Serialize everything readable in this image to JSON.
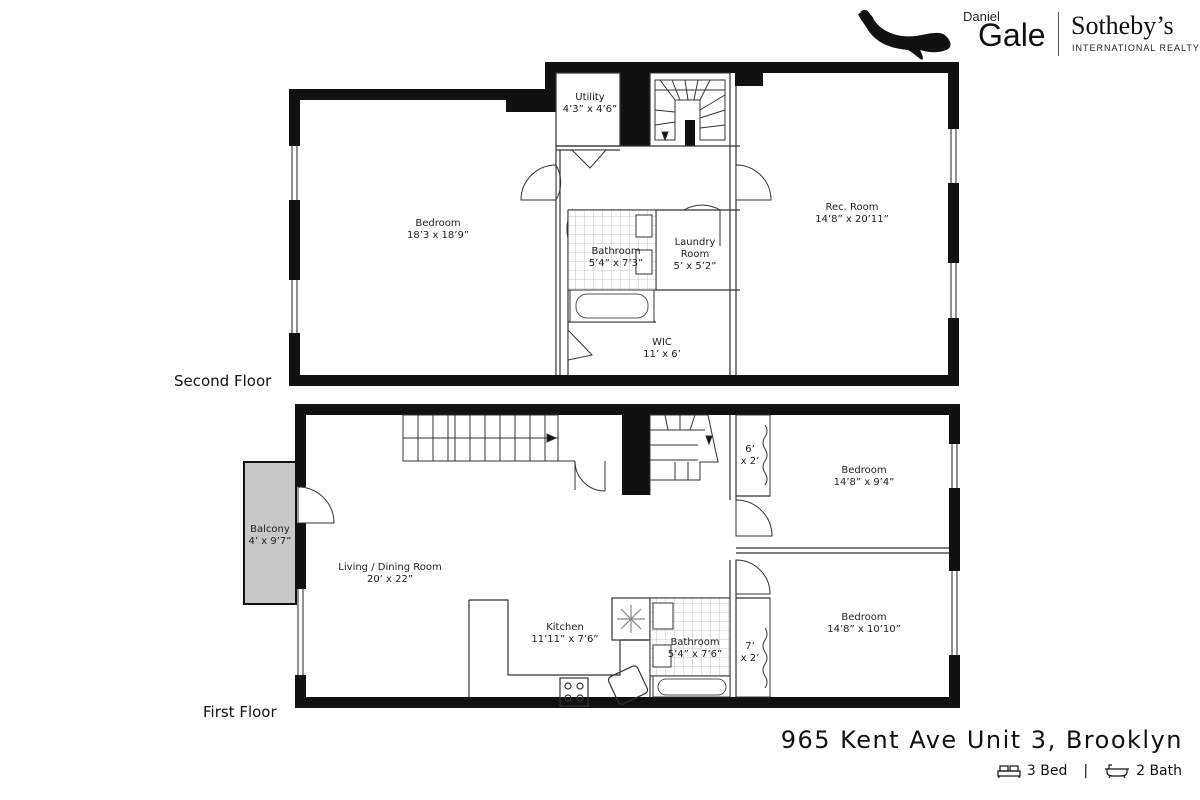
{
  "brand": {
    "daniel": "Daniel",
    "gale": "Gale",
    "sothebys": "Sotheby’s",
    "international": "INTERNATIONAL REALTY",
    "logo_icon": "whale-icon"
  },
  "second_floor": {
    "label": "Second Floor",
    "rooms": [
      {
        "name": "Utility",
        "dims": "4’3” x 4’6”"
      },
      {
        "name": "Bedroom",
        "dims": "18’3 x 18’9”"
      },
      {
        "name": "Rec. Room",
        "dims": "14’8” x 20’11”"
      },
      {
        "name": "Bathroom",
        "dims": "5’4” x 7’3”"
      },
      {
        "name_line1": "Laundry",
        "name_line2": "Room",
        "dims": "5’ x 5’2”"
      },
      {
        "name": "WIC",
        "dims": "11’ x 6’"
      }
    ]
  },
  "first_floor": {
    "label": "First Floor",
    "rooms": [
      {
        "name": "Balcony",
        "dims": "4’ x 9’7”"
      },
      {
        "name": "Living / Dining Room",
        "dims": "20’ x 22”"
      },
      {
        "name": "Kitchen",
        "dims": "11’11” x 7’6”"
      },
      {
        "name": "Bathroom",
        "dims": "5’4” x 7’6”"
      },
      {
        "name": "Bedroom",
        "dims": "14’8” x 9’4”"
      },
      {
        "name": "Bedroom",
        "dims": "14’8” x 10’10”"
      },
      {
        "name": "6’",
        "dims": "x 2’"
      },
      {
        "name": "7’",
        "dims": "x 2’"
      }
    ]
  },
  "listing": {
    "address": "965 Kent Ave Unit 3, Brooklyn",
    "beds": "3 Bed",
    "separator": "|",
    "baths": "2 Bath",
    "bed_icon": "bed-icon",
    "bath_icon": "bathtub-icon"
  }
}
